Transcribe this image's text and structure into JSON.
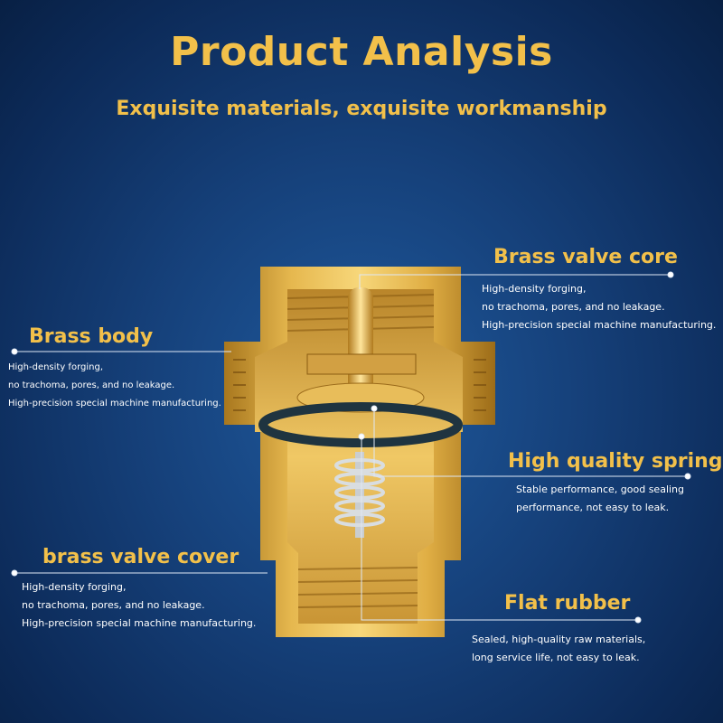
{
  "header": {
    "title": "Product Analysis",
    "subtitle": "Exquisite materials, exquisite workmanship"
  },
  "callouts": {
    "brass_valve_core": {
      "title": "Brass valve core",
      "lines": [
        "High-density forging,",
        "no trachoma, pores, and no leakage.",
        "High-precision special machine manufacturing."
      ]
    },
    "brass_body": {
      "title": "Brass body",
      "lines": [
        "High-density forging,",
        "no trachoma, pores, and no leakage.",
        "High-precision special machine manufacturing."
      ]
    },
    "high_quality_spring": {
      "title": "High quality spring",
      "lines": [
        "Stable performance, good sealing",
        "performance, not easy to leak."
      ]
    },
    "brass_valve_cover": {
      "title": "brass valve cover",
      "lines": [
        "High-density forging,",
        "no trachoma, pores, and no leakage.",
        "High-precision special machine manufacturing."
      ]
    },
    "flat_rubber": {
      "title": "Flat rubber",
      "lines": [
        "Sealed, high-quality raw materials,",
        "long service life, not easy to leak."
      ]
    }
  },
  "colors": {
    "accent_gold": "#f2c04a",
    "background": "#153f78",
    "brass": "#d9a53a",
    "text": "#ffffff"
  },
  "image": {
    "subject": "brass-check-valve-cutaway-photo"
  }
}
